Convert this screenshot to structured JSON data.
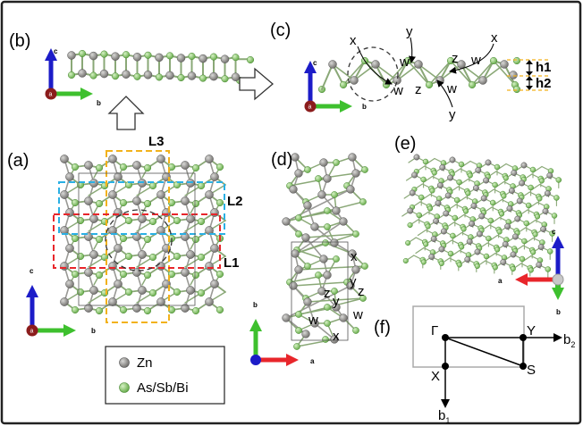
{
  "panels": {
    "a": "(a)",
    "b": "(b)",
    "c": "(c)",
    "d": "(d)",
    "e": "(e)",
    "f": "(f)"
  },
  "layers": {
    "L1": {
      "label": "L1",
      "color": "#e8262b"
    },
    "L2": {
      "label": "L2",
      "color": "#2ab0e4"
    },
    "L3": {
      "label": "L3",
      "color": "#f2b21c"
    }
  },
  "axes": {
    "a": "a",
    "b": "b",
    "c": "c"
  },
  "legend": {
    "zn": "Zn",
    "as": "As/Sb/Bi"
  },
  "colors": {
    "zn": "#8b8986",
    "as": "#8fd06c",
    "bond": "#8fb07a",
    "axis_a": "#e8262b",
    "axis_b": "#3ec02e",
    "axis_c": "#1c1cc8"
  },
  "bond_labels": {
    "x": "x",
    "y": "y",
    "z": "z",
    "w": "w"
  },
  "heights": {
    "h1": "h1",
    "h2": "h2"
  },
  "bz": {
    "gamma": "Γ",
    "y": "Y",
    "x": "X",
    "s": "S",
    "b1": "b",
    "b1_sub": "1",
    "b2": "b",
    "b2_sub": "2"
  }
}
